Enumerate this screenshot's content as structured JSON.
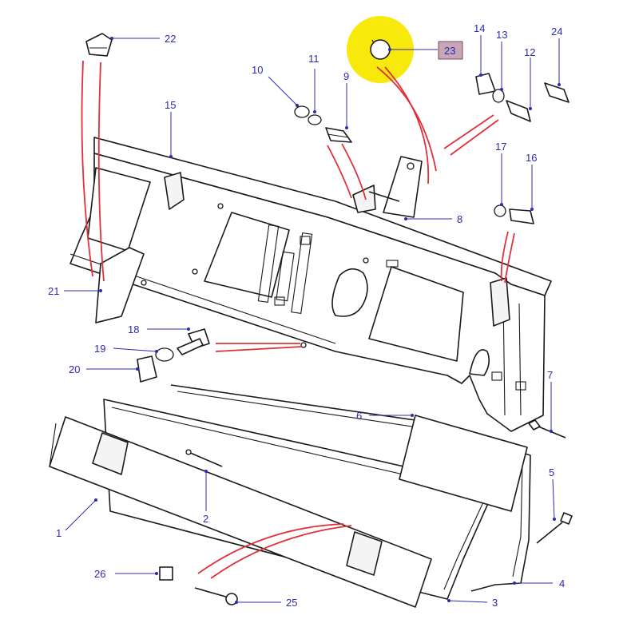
{
  "highlight_color": "#f8e800",
  "leader_color": "#2b2bb0",
  "arrow_color": "#e0303a",
  "callouts": {
    "c1": "1",
    "c2": "2",
    "c3": "3",
    "c4": "4",
    "c5": "5",
    "c6": "6",
    "c7": "7",
    "c8": "8",
    "c9": "9",
    "c10": "10",
    "c11": "11",
    "c12": "12",
    "c13": "13",
    "c14": "14",
    "c15": "15",
    "c16": "16",
    "c17": "17",
    "c18": "18",
    "c19": "19",
    "c20": "20",
    "c21": "21",
    "c22": "22",
    "c23": "23",
    "c24": "24",
    "c25": "25",
    "c26": "26"
  },
  "highlighted_part": "23"
}
